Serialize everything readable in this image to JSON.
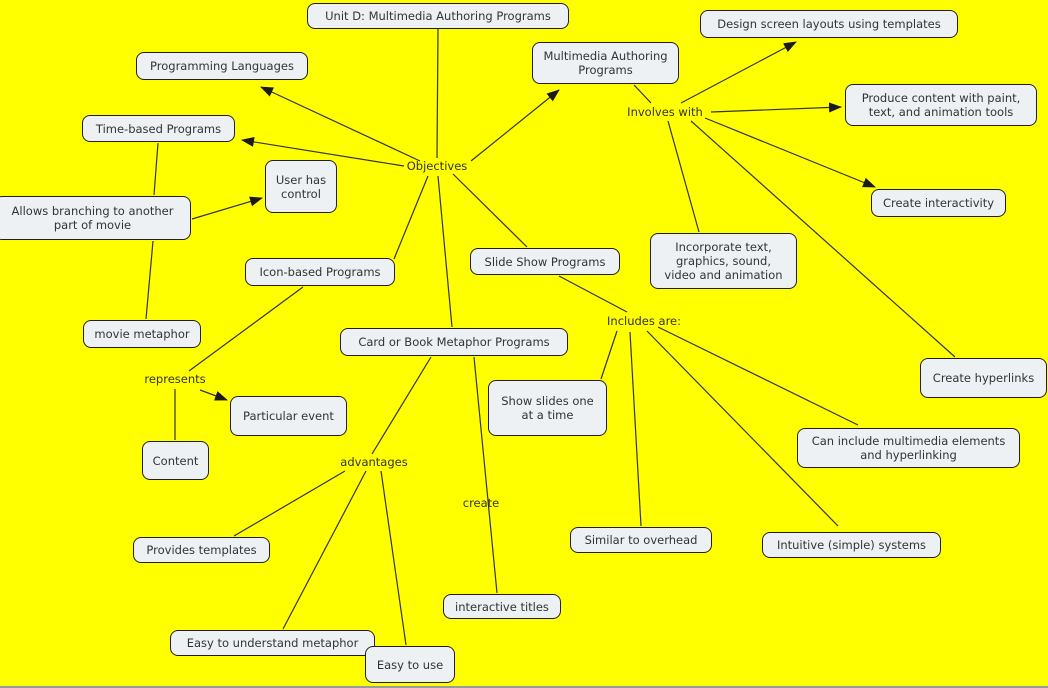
{
  "title": "Unit D concept map",
  "colors": {
    "background": "#ffff00",
    "node_fill": "#edf1f4",
    "node_border": "#1f1f1f",
    "line": "#333333",
    "arrowhead": "#1a1a1a",
    "text": "#333333"
  },
  "diagram": {
    "nodes": [
      {
        "id": "unit-d",
        "kind": "box",
        "label": "Unit D: Multimedia Authoring Programs"
      },
      {
        "id": "programming-languages",
        "kind": "box",
        "label": "Programming Languages"
      },
      {
        "id": "time-based-programs",
        "kind": "box",
        "label": "Time-based Programs"
      },
      {
        "id": "user-has-control",
        "kind": "box",
        "label": "User has\ncontrol"
      },
      {
        "id": "allows-branching",
        "kind": "box",
        "label": "Allows branching to another\npart of movie"
      },
      {
        "id": "movie-metaphor",
        "kind": "box",
        "label": "movie metaphor"
      },
      {
        "id": "icon-based-programs",
        "kind": "box",
        "label": "Icon-based Programs"
      },
      {
        "id": "slide-show",
        "kind": "box",
        "label": "Slide Show Programs"
      },
      {
        "id": "card-book",
        "kind": "box",
        "label": "Card or Book Metaphor Programs"
      },
      {
        "id": "multimedia-authoring",
        "kind": "box",
        "label": "Multimedia Authoring\nPrograms"
      },
      {
        "id": "design-screen",
        "kind": "box",
        "label": "Design screen layouts using templates"
      },
      {
        "id": "produce-content",
        "kind": "box",
        "label": "Produce content with paint,\ntext, and animation tools"
      },
      {
        "id": "create-interactivity",
        "kind": "box",
        "label": "Create interactivity"
      },
      {
        "id": "incorporate",
        "kind": "box",
        "label": "Incorporate text,\ngraphics, sound,\nvideo and animation"
      },
      {
        "id": "create-hyperlinks",
        "kind": "box",
        "label": "Create hyperlinks"
      },
      {
        "id": "show-slides",
        "kind": "box",
        "label": "Show slides one\nat a time"
      },
      {
        "id": "can-include",
        "kind": "box",
        "label": "Can include multimedia elements\nand hyperlinking"
      },
      {
        "id": "similar-overhead",
        "kind": "box",
        "label": "Similar to overhead"
      },
      {
        "id": "intuitive-systems",
        "kind": "box",
        "label": "Intuitive (simple) systems"
      },
      {
        "id": "provides-templates",
        "kind": "box",
        "label": "Provides templates"
      },
      {
        "id": "content",
        "kind": "box",
        "label": "Content"
      },
      {
        "id": "particular-event",
        "kind": "box",
        "label": "Particular event"
      },
      {
        "id": "easy-metaphor",
        "kind": "box",
        "label": "Easy to understand metaphor"
      },
      {
        "id": "easy-use",
        "kind": "box",
        "label": "Easy to use"
      },
      {
        "id": "interactive-titles",
        "kind": "box",
        "label": "interactive titles"
      },
      {
        "id": "objectives",
        "kind": "phrase",
        "label": "Objectives"
      },
      {
        "id": "involves-with",
        "kind": "phrase",
        "label": "Involves with"
      },
      {
        "id": "includes-are",
        "kind": "phrase",
        "label": "Includes are:"
      },
      {
        "id": "represents",
        "kind": "phrase",
        "label": "represents"
      },
      {
        "id": "advantages",
        "kind": "phrase",
        "label": "advantages"
      },
      {
        "id": "create",
        "kind": "phrase",
        "label": "create"
      }
    ],
    "edges": [
      {
        "from": "unit-d",
        "to": "objectives",
        "arrow": false
      },
      {
        "from": "objectives",
        "to": "programming-languages",
        "arrow": true
      },
      {
        "from": "objectives",
        "to": "time-based-programs",
        "arrow": true
      },
      {
        "from": "objectives",
        "to": "multimedia-authoring",
        "arrow": true
      },
      {
        "from": "objectives",
        "to": "icon-based-programs",
        "arrow": false
      },
      {
        "from": "objectives",
        "to": "card-book",
        "arrow": false
      },
      {
        "from": "objectives",
        "to": "slide-show",
        "arrow": false
      },
      {
        "from": "time-based-programs",
        "to": "allows-branching",
        "arrow": false
      },
      {
        "from": "allows-branching",
        "to": "user-has-control",
        "arrow": true
      },
      {
        "from": "allows-branching",
        "to": "movie-metaphor",
        "arrow": false
      },
      {
        "from": "icon-based-programs",
        "to": "represents",
        "arrow": false
      },
      {
        "from": "represents",
        "to": "content",
        "arrow": false
      },
      {
        "from": "represents",
        "to": "particular-event",
        "arrow": true
      },
      {
        "from": "card-book",
        "to": "advantages",
        "arrow": false
      },
      {
        "from": "advantages",
        "to": "provides-templates",
        "arrow": false
      },
      {
        "from": "advantages",
        "to": "easy-metaphor",
        "arrow": false
      },
      {
        "from": "advantages",
        "to": "easy-use",
        "arrow": false
      },
      {
        "from": "card-book",
        "to": "interactive-titles",
        "arrow": false
      },
      {
        "from": "slide-show",
        "to": "includes-are",
        "arrow": false
      },
      {
        "from": "includes-are",
        "to": "show-slides",
        "arrow": false
      },
      {
        "from": "includes-are",
        "to": "similar-overhead",
        "arrow": false
      },
      {
        "from": "includes-are",
        "to": "intuitive-systems",
        "arrow": false
      },
      {
        "from": "includes-are",
        "to": "can-include",
        "arrow": false
      },
      {
        "from": "multimedia-authoring",
        "to": "involves-with",
        "arrow": false
      },
      {
        "from": "involves-with",
        "to": "design-screen",
        "arrow": true
      },
      {
        "from": "involves-with",
        "to": "produce-content",
        "arrow": true
      },
      {
        "from": "involves-with",
        "to": "create-interactivity",
        "arrow": true
      },
      {
        "from": "involves-with",
        "to": "incorporate",
        "arrow": false
      },
      {
        "from": "involves-with",
        "to": "create-hyperlinks",
        "arrow": false
      }
    ]
  }
}
